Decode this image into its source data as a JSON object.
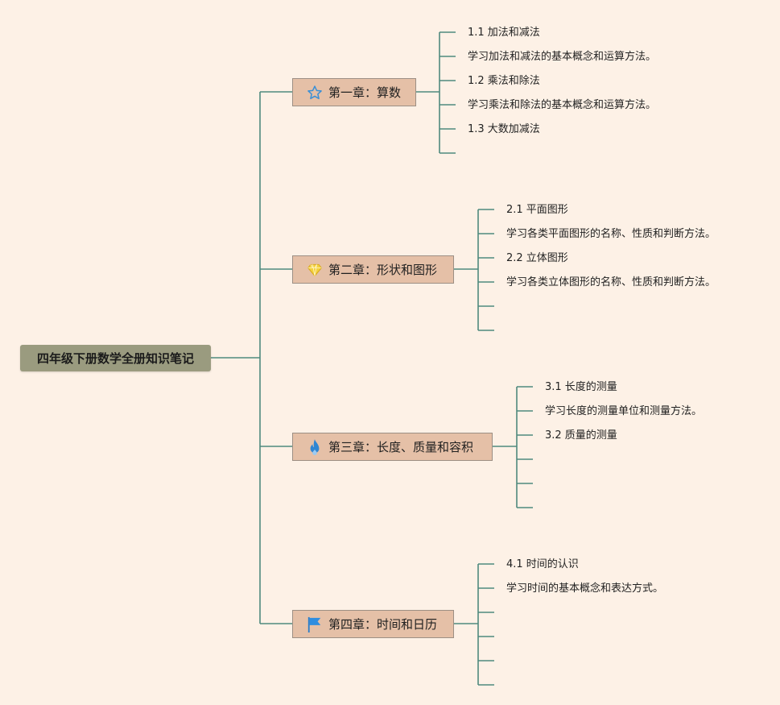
{
  "root": {
    "label": "四年级下册数学全册知识笔记"
  },
  "colors": {
    "line": "#4f8a7e",
    "root_bg": "#9a9b7f",
    "chapter_bg": "#e5c0a7",
    "background": "#fdf1e6"
  },
  "chapters": [
    {
      "label": "第一章：算数",
      "icon": "star-icon",
      "items": [
        "1.1 加法和减法",
        "学习加法和减法的基本概念和运算方法。",
        "1.2 乘法和除法",
        "学习乘法和除法的基本概念和运算方法。",
        "1.3 大数加减法",
        ""
      ]
    },
    {
      "label": "第二章：形状和图形",
      "icon": "diamond-icon",
      "items": [
        "2.1 平面图形",
        "学习各类平面图形的名称、性质和判断方法。",
        "2.2 立体图形",
        "学习各类立体图形的名称、性质和判断方法。",
        "",
        ""
      ]
    },
    {
      "label": "第三章：长度、质量和容积",
      "icon": "fire-icon",
      "items": [
        "3.1 长度的测量",
        "学习长度的测量单位和测量方法。",
        "3.2 质量的测量",
        "",
        "",
        ""
      ]
    },
    {
      "label": "第四章：时间和日历",
      "icon": "flag-icon",
      "items": [
        "4.1 时间的认识",
        "学习时间的基本概念和表达方式。",
        "",
        "",
        "",
        ""
      ]
    }
  ]
}
